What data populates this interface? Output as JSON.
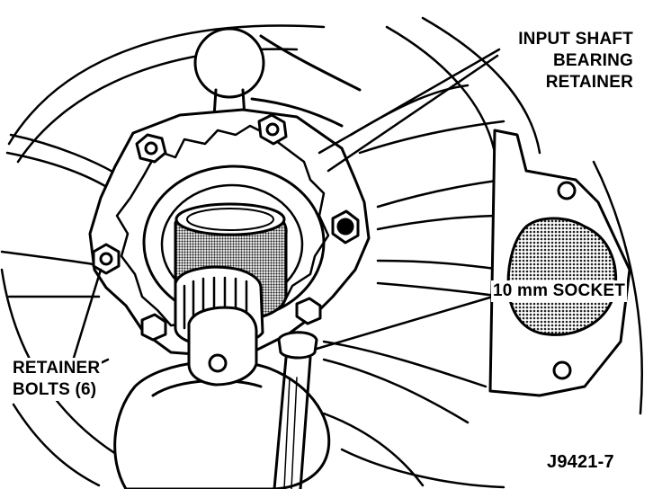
{
  "callouts": {
    "input_shaft_bearing_retainer": [
      "INPUT SHAFT",
      "BEARING",
      "RETAINER"
    ],
    "socket": "10 mm SOCKET",
    "retainer_bolts": [
      "RETAINER",
      "BOLTS (6)"
    ]
  },
  "figure_id": "J9421-7",
  "colors": {
    "ink": "#000000",
    "paper": "#ffffff",
    "stipple": "#555555"
  }
}
